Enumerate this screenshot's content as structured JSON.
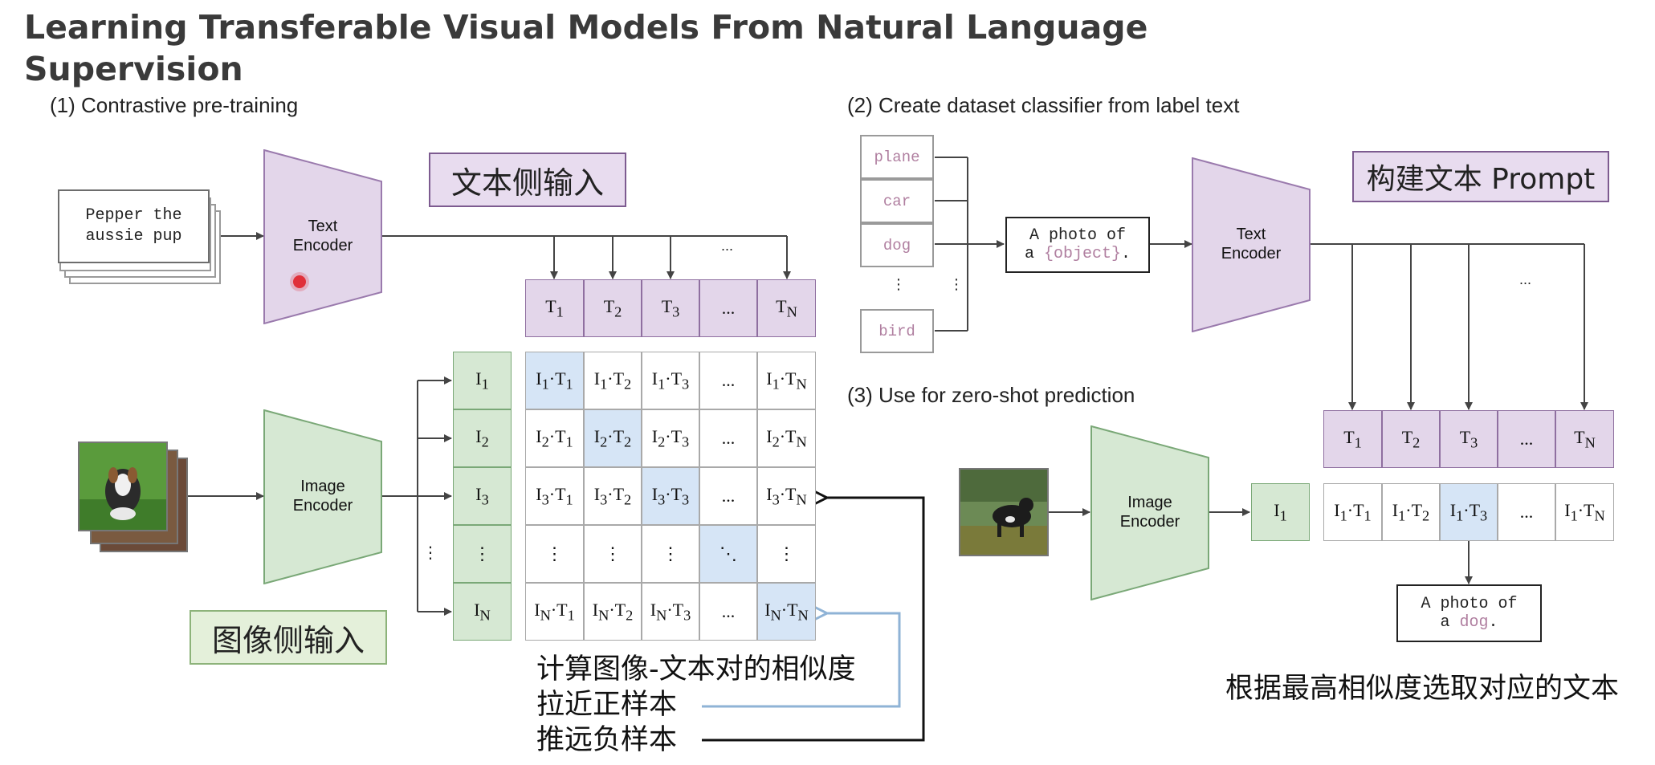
{
  "title": "Learning Transferable Visual Models From Natural Language Supervision",
  "panel1": {
    "label": "(1) Contrastive pre-training",
    "caption_line1": "Pepper the",
    "caption_line2": "aussie pup",
    "text_encoder": [
      "Text",
      "Encoder"
    ],
    "image_encoder": [
      "Image",
      "Encoder"
    ],
    "text_side_tag": "文本侧输入",
    "image_side_tag": "图像侧输入",
    "top_ellipsis": "...",
    "vdots": "⋮",
    "text_tokens": [
      "T1",
      "T2",
      "T3",
      "...",
      "TN"
    ],
    "image_tokens": [
      "I1",
      "I2",
      "I3",
      "⋮",
      "IN"
    ],
    "matrix": [
      [
        "I1·T1",
        "I1·T2",
        "I1·T3",
        "...",
        "I1·TN"
      ],
      [
        "I2·T1",
        "I2·T2",
        "I2·T3",
        "...",
        "I2·TN"
      ],
      [
        "I3·T1",
        "I3·T2",
        "I3·T3",
        "...",
        "I3·TN"
      ],
      [
        "⋮",
        "⋮",
        "⋮",
        "⋱",
        "⋮"
      ],
      [
        "IN·T1",
        "IN·T2",
        "IN·T3",
        "...",
        "IN·TN"
      ]
    ],
    "notes": [
      "计算图像-文本对的相似度",
      "拉近正样本",
      "推远负样本"
    ]
  },
  "panel2": {
    "label": "(2) Create dataset classifier from label text",
    "labels": [
      "plane",
      "car",
      "dog",
      "bird"
    ],
    "vdots": "⋮",
    "template_line1": "A photo of",
    "template_line2_prefix": "a ",
    "template_line2_obj": "{object}",
    "template_line2_suffix": ".",
    "text_encoder": [
      "Text",
      "Encoder"
    ],
    "prompt_tag": "构建文本 Prompt",
    "ellipsis": "...",
    "text_tokens": [
      "T1",
      "T2",
      "T3",
      "...",
      "TN"
    ]
  },
  "panel3": {
    "label": "(3) Use for zero-shot prediction",
    "image_encoder": [
      "Image",
      "Encoder"
    ],
    "image_token": "I1",
    "scores": [
      "I1·T1",
      "I1·T2",
      "I1·T3",
      "...",
      "I1·TN"
    ],
    "result_line1": "A photo of",
    "result_line2_prefix": "a ",
    "result_line2_obj": "dog",
    "result_line2_suffix": ".",
    "note": "根据最高相似度选取对应的文本"
  },
  "colors": {
    "text_encoder_fill": "#e3d6ea",
    "image_encoder_fill": "#d6e8d3",
    "highlight": "#d6e5f6",
    "arrow_blue": "#8fb3d6"
  }
}
